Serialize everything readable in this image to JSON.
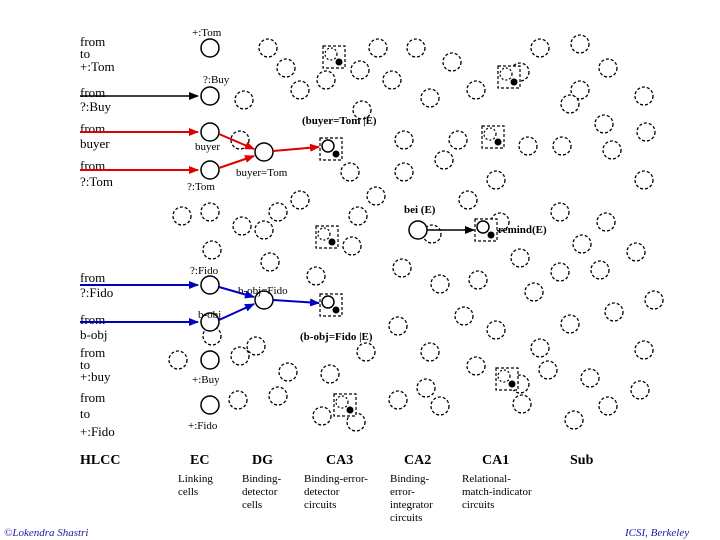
{
  "inputs": [
    {
      "key": "from_to_tom",
      "lines": [
        "from",
        "to",
        "+:Tom"
      ]
    },
    {
      "key": "from_q_buy",
      "lines": [
        "from",
        "?:Buy"
      ]
    },
    {
      "key": "from_buyer",
      "lines": [
        "from",
        "buyer"
      ]
    },
    {
      "key": "from_q_tom",
      "lines": [
        "from",
        "?:Tom"
      ]
    },
    {
      "key": "from_q_fido",
      "lines": [
        "from",
        "?:Fido"
      ]
    },
    {
      "key": "from_b_obj",
      "lines": [
        "from",
        "b-obj"
      ]
    },
    {
      "key": "from_to_buy",
      "lines": [
        "from",
        "to",
        "+:buy"
      ]
    },
    {
      "key": "from_to_fido",
      "lines": [
        "from",
        "to",
        "+:Fido"
      ]
    }
  ],
  "node_labels": {
    "plus_tom": "+:Tom",
    "q_buy": "?:Buy",
    "buyer": "buyer",
    "q_tom": "?:Tom",
    "buyer_tom": "buyer=Tom",
    "buyer_tom_e": "(buyer=Tom |E)",
    "bei_e": "bei (E)",
    "remind_e": "remind(E)",
    "q_fido": "?:Fido",
    "b_obj_fido": "b-obj=Fido",
    "b_obj": "b-obj",
    "b_obj_fido_e": "(b-obj=Fido |E)",
    "plus_buy": "+:Buy",
    "plus_fido": "+:Fido"
  },
  "columns": [
    {
      "key": "hlcc",
      "title": "HLCC",
      "desc": []
    },
    {
      "key": "ec",
      "title": "EC",
      "desc": [
        "Linking",
        "cells"
      ]
    },
    {
      "key": "dg",
      "title": "DG",
      "desc": [
        "Binding-",
        "detector",
        "cells"
      ]
    },
    {
      "key": "ca3",
      "title": "CA3",
      "desc": [
        "Binding-error-",
        "detector",
        "circuits"
      ]
    },
    {
      "key": "ca2",
      "title": "CA2",
      "desc": [
        "Binding-",
        "error-",
        "integrator",
        "circuits"
      ]
    },
    {
      "key": "ca1",
      "title": "CA1",
      "desc": [
        "Relational-",
        "match-indicator",
        "circuits"
      ]
    },
    {
      "key": "sub",
      "title": "Sub",
      "desc": []
    }
  ],
  "footer": {
    "left": "©Lokendra Shastri",
    "right": "ICSI, Berkeley"
  },
  "colors": {
    "red_arrow": "#e00000",
    "blue_arrow": "#0000c0",
    "ink": "#000000",
    "footer_text": "#1a1aa0"
  }
}
